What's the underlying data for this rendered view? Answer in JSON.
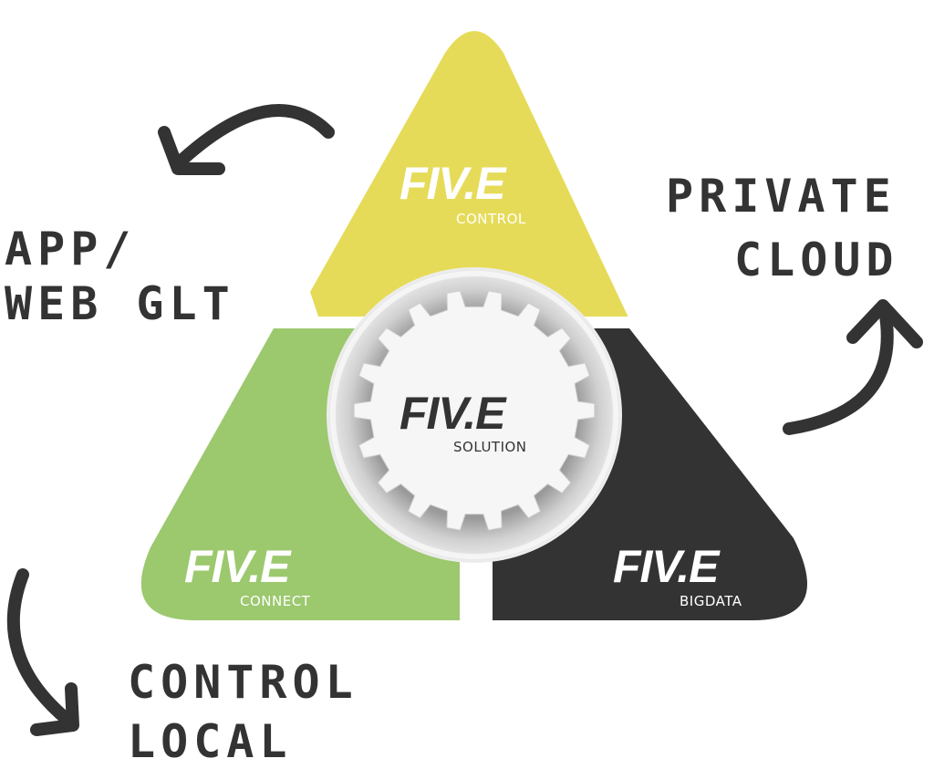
{
  "colors": {
    "yellow": "#e6db58",
    "green": "#9cc86e",
    "dark": "#333333",
    "gear": "#f6f6f6",
    "ink": "#333333"
  },
  "segments": {
    "control": {
      "brand": "FIV.E",
      "sub": "CONTROL"
    },
    "connect": {
      "brand": "FIV.E",
      "sub": "CONNECT"
    },
    "bigdata": {
      "brand": "FIV.E",
      "sub": "BIGDATA"
    },
    "solution": {
      "brand": "FIV.E",
      "sub": "SOLUTION"
    }
  },
  "labels": {
    "app_line1": "APP/",
    "app_line2": "WEB GLT",
    "cloud_line1": "PRIVATE",
    "cloud_line2": "CLOUD",
    "local_line1": "CONTROL",
    "local_line2": "LOCAL"
  }
}
